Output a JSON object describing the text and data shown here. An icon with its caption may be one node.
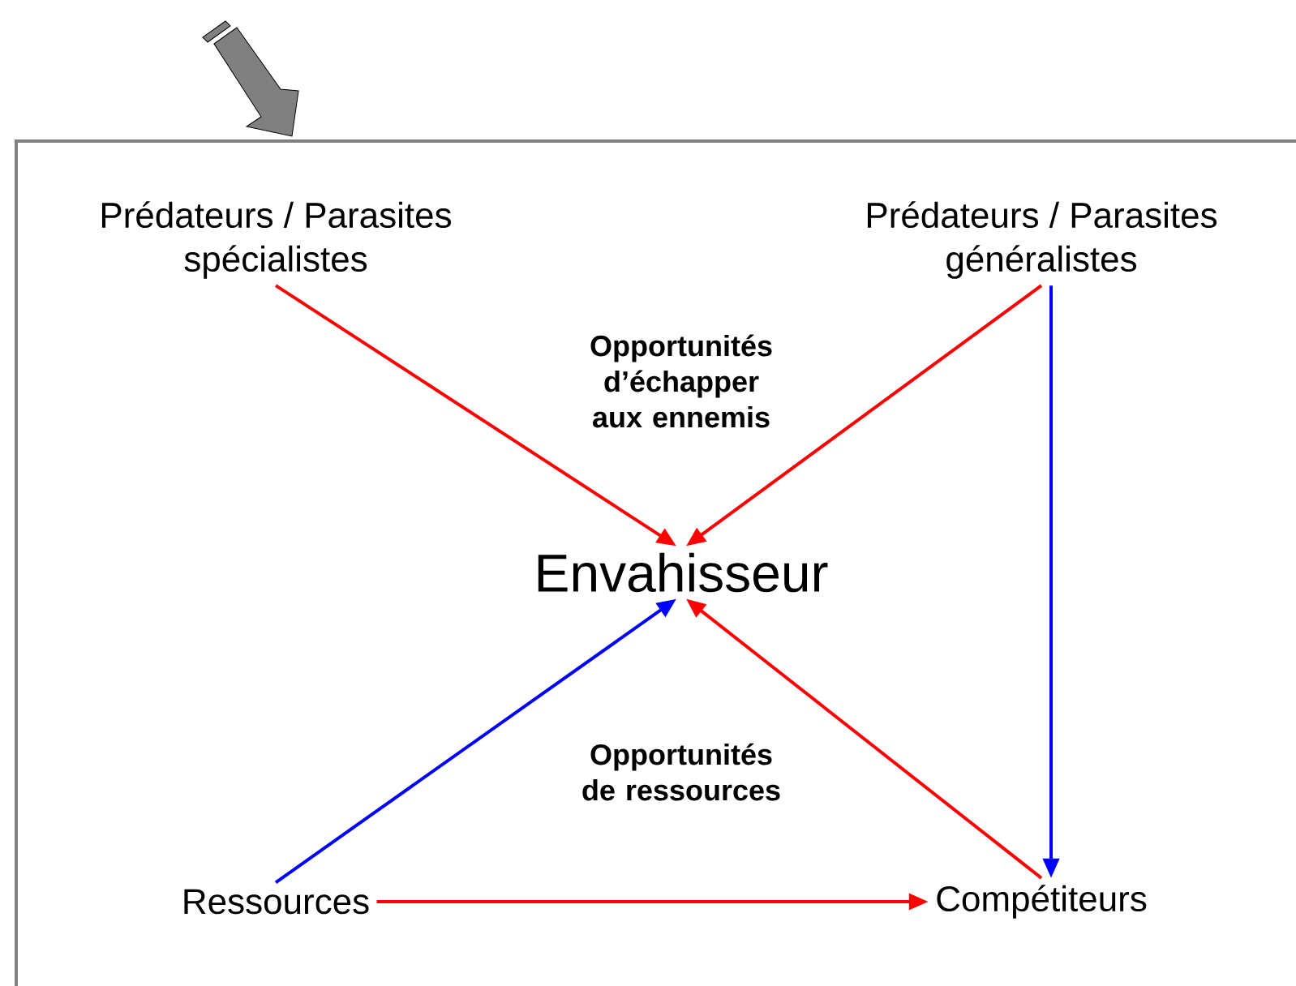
{
  "diagram": {
    "nodes": [
      {
        "text": [
          "Prédateurs / Parasites spécialistes"
        ]
      },
      {
        "text": [
          "Prédateurs / Parasites généralistes"
        ]
      },
      {
        "text": [
          "Envahisseur"
        ]
      },
      {
        "text": [
          "Ressources"
        ]
      },
      {
        "text": [
          "Compétiteurs"
        ]
      }
    ],
    "edges": [
      {
        "from": 0,
        "to": 2,
        "arrow": "to"
      },
      {
        "from": 1,
        "to": 2,
        "arrow": "to"
      },
      {
        "from": 1,
        "to": 4,
        "arrow": "to",
        "color": "#0000ff"
      },
      {
        "from": 3,
        "to": 2,
        "arrow": "to",
        "color": "#0000ff"
      },
      {
        "from": 4,
        "to": 2,
        "arrow": "to"
      },
      {
        "from": 3,
        "to": 4,
        "arrow": "to"
      }
    ],
    "labels": [
      "Opportunités d’échapper aux ennemis",
      "Opportunités de ressources"
    ]
  }
}
